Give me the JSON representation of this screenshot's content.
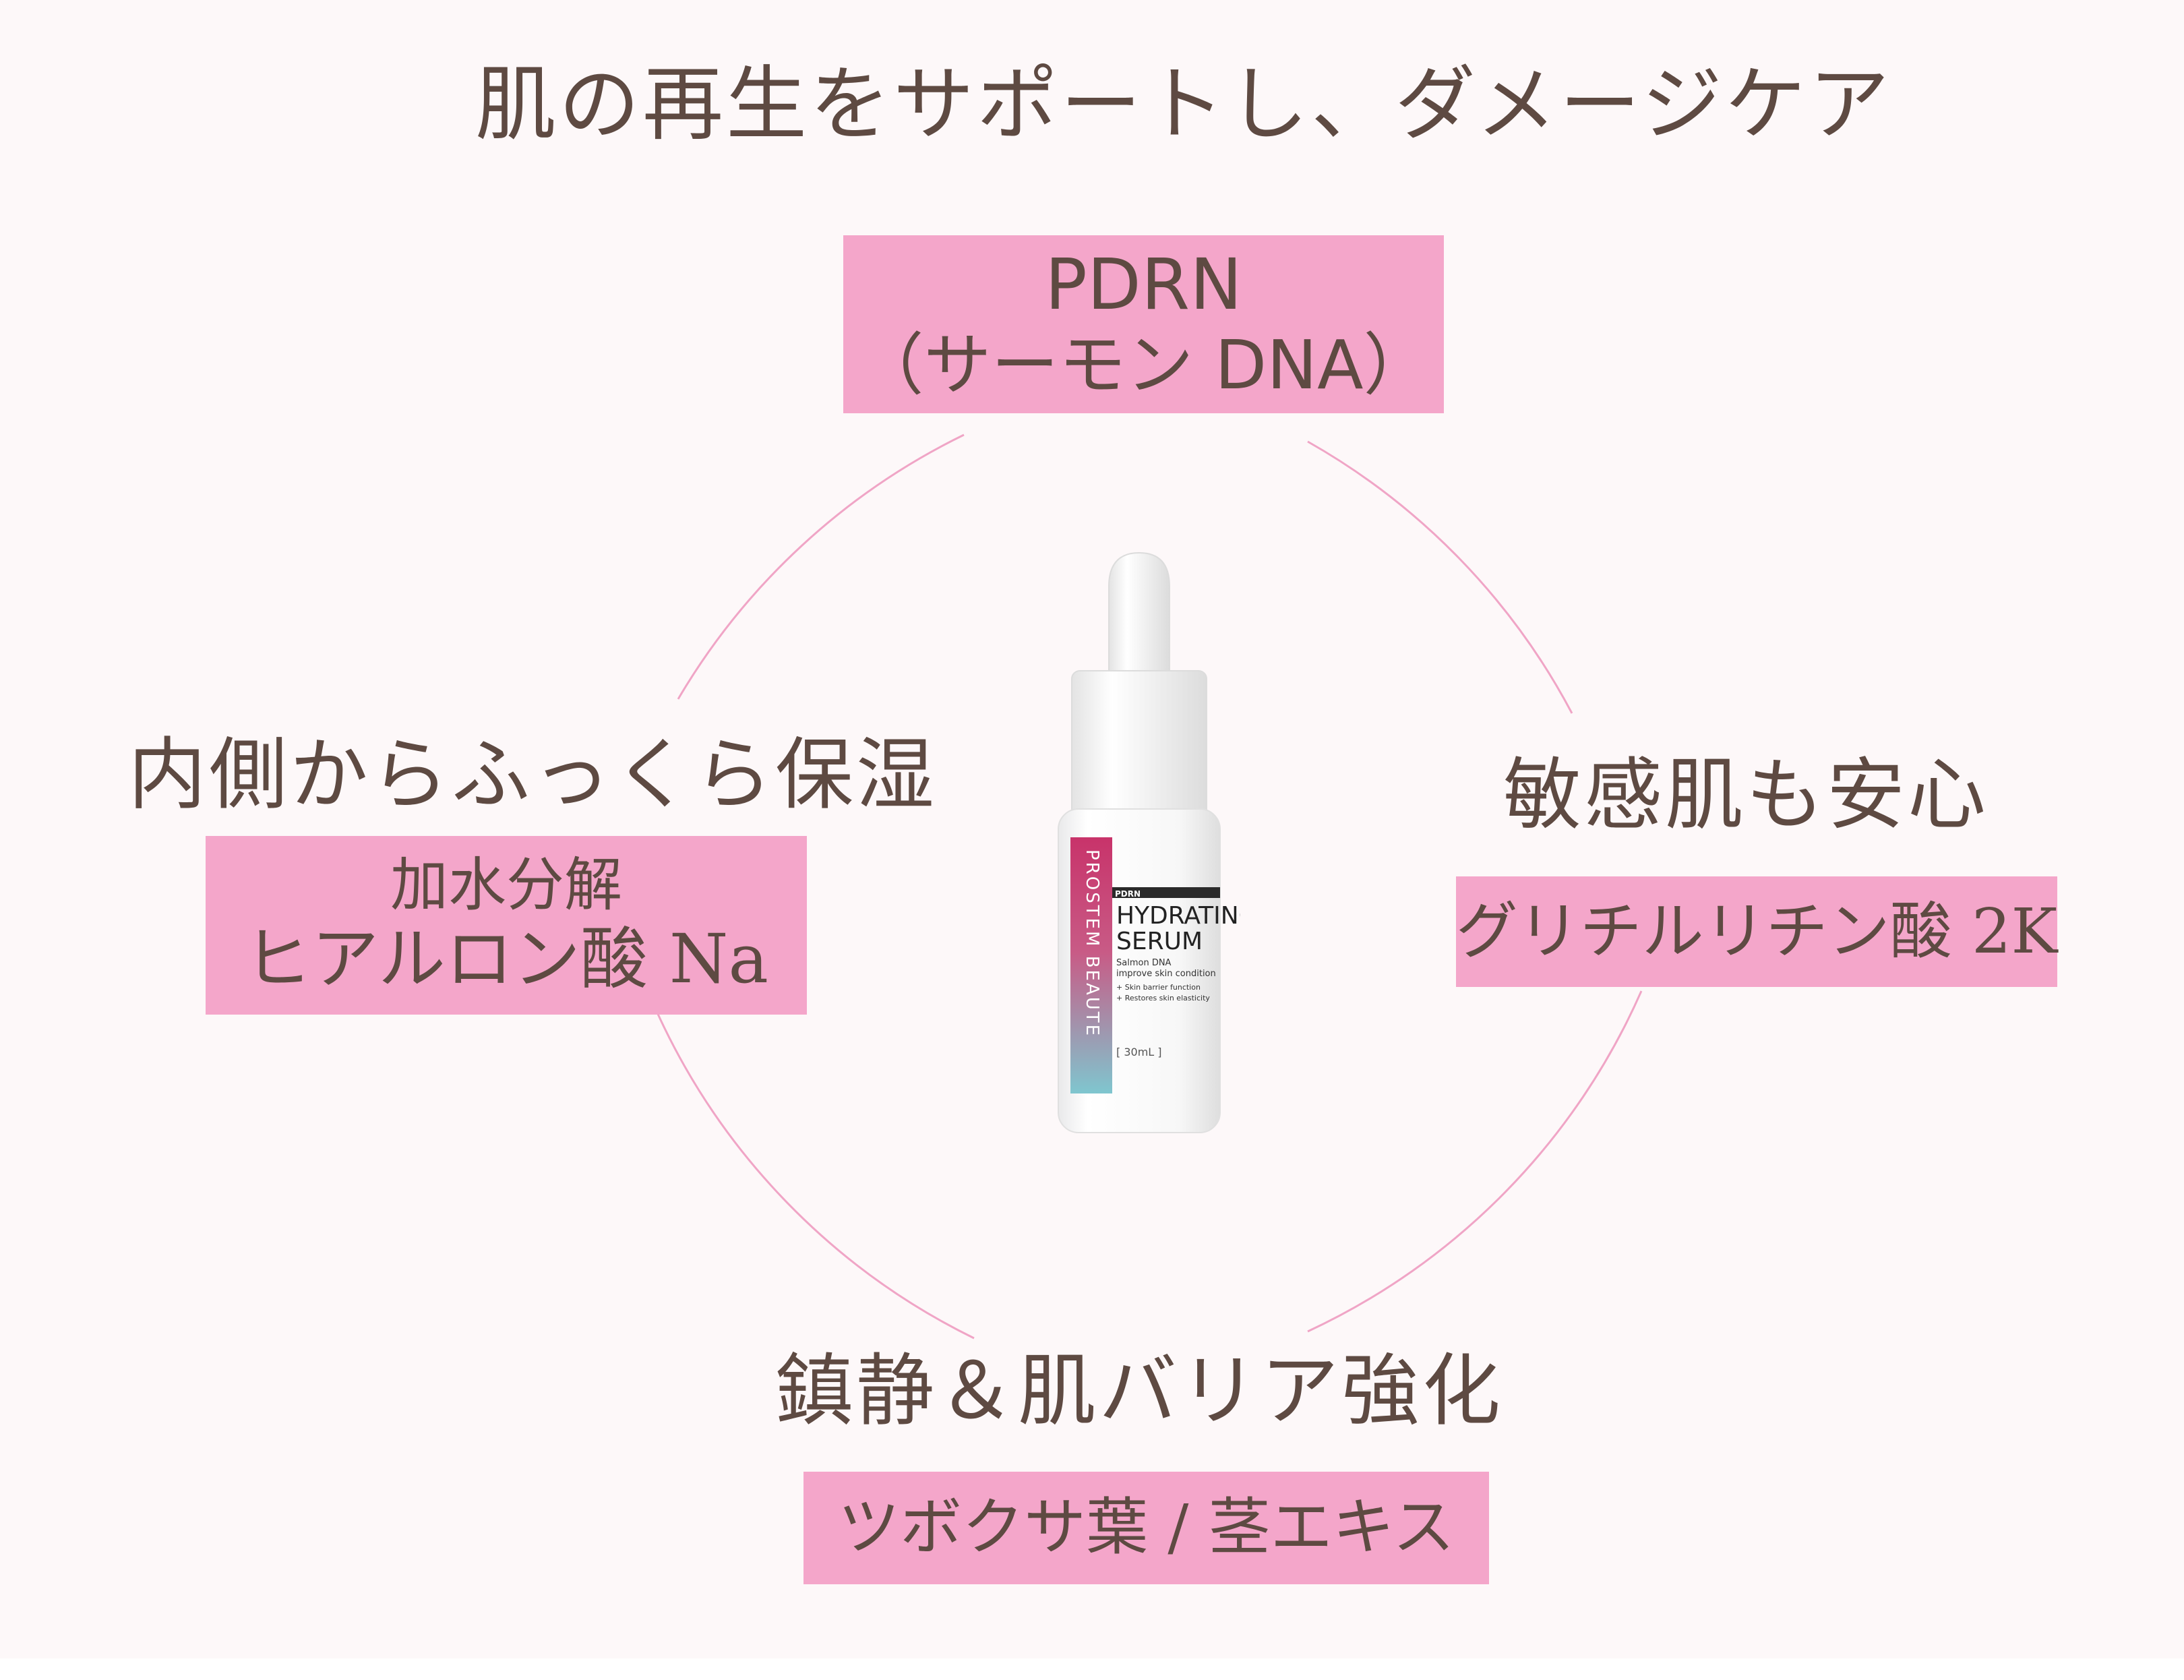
{
  "title": "肌の再生をサポートし、ダメージケア",
  "top": {
    "line1": "PDRN",
    "line2": "（サーモン DNA）"
  },
  "left": {
    "heading": "内側からふっくら保湿",
    "line1": "加水分解",
    "line2": "ヒアルロン酸 Na"
  },
  "right": {
    "heading": "敏感肌も安心",
    "line1": "グリチルリチン酸 2K"
  },
  "bottom": {
    "heading": "鎮静＆肌バリア強化",
    "line1": "ツボクサ葉 / 茎エキス"
  },
  "product": {
    "brand": "PROSTEM BEAUTE",
    "badge": "PDRN",
    "name1": "HYDRATING",
    "name2": "SERUM",
    "desc1": "Salmon DNA",
    "desc2": "improve skin condition",
    "bullet1": "+ Skin barrier function",
    "bullet2": "+ Restores skin elasticity",
    "volume": "[ 30mL ]"
  },
  "colors": {
    "accent_pink": "#f4a6ca",
    "ring": "#f0a5c6",
    "text": "#5e4a42",
    "background": "#fdf8f9"
  }
}
